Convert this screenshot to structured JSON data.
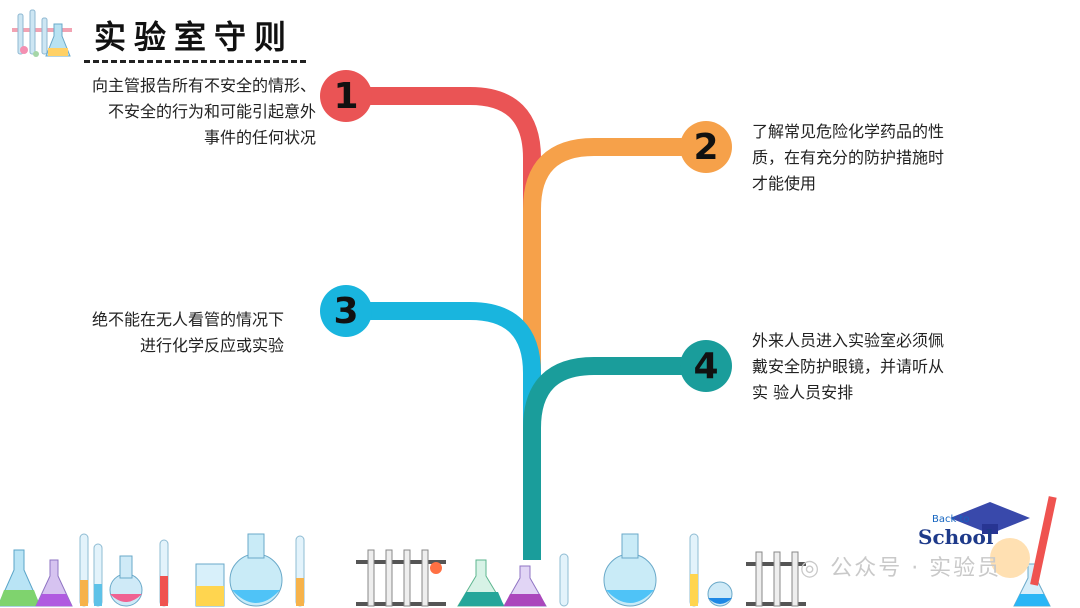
{
  "header": {
    "title": "实验室守则"
  },
  "rules": [
    {
      "number": "1",
      "lines": [
        "向主管报告所有不安全的情形、",
        "不安全的行为和可能引起意外",
        "事件的任何状况"
      ],
      "color": "#ea5455"
    },
    {
      "number": "2",
      "lines": [
        "了解常见危险化学药品的性",
        "质，在有充分的防护措施时",
        "才能使用"
      ],
      "color": "#f6a14a"
    },
    {
      "number": "3",
      "lines": [
        "绝不能在无人看管的情况下",
        "进行化学反应或实验"
      ],
      "color": "#19b5de"
    },
    {
      "number": "4",
      "lines": [
        "外来人员进入实验室必须佩",
        "戴安全防护眼镜，并请听从",
        "实 验人员安排"
      ],
      "color": "#1a9d9b"
    }
  ],
  "footer": {
    "watermark": "公众号 · 实验员",
    "school_badge": {
      "line1": "Back to",
      "line2": "School"
    }
  },
  "icons": [
    "lab-flask-logo-icon",
    "wechat-icon",
    "graduation-cap-icon",
    "pencil-icon"
  ]
}
